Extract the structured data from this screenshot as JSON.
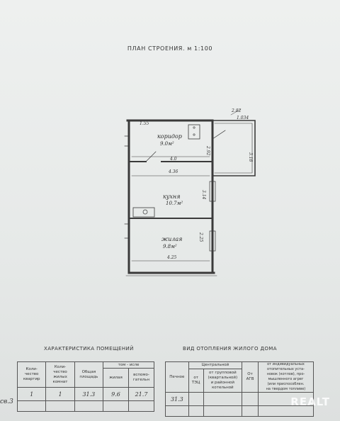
{
  "title": "ПЛАН СТРОЕНИЯ. м 1:100",
  "rooms": [
    {
      "name": "коридор",
      "area": "9.0м²"
    },
    {
      "name": "кухня",
      "area": "10.7м²"
    },
    {
      "name": "жилая",
      "area": "9.8м²"
    }
  ],
  "dimensions": {
    "d1": "1.55",
    "d2": "2.82",
    "d3": "1.034",
    "d4": "3.18",
    "d5": "2.92",
    "d6": "4.0",
    "d7": "4.36",
    "d8": "3.14",
    "d9": "2.25",
    "d10": "4.25"
  },
  "section_left": "ХАРАКТЕРИСТИКА ПОМЕЩЕНИЙ",
  "section_right": "ВИД ОТОПЛЕНИЯ ЖИЛОГО ДОМА",
  "table_left": {
    "top_header": "том - исле",
    "headers": [
      "Коли-\nчество\nквартир",
      "Коли-\nчество\nжилых\nкомнат",
      "Общая\nплощадь",
      "жилая",
      "вспомо-\nгательн"
    ],
    "values": [
      "1",
      "1",
      "31.3",
      "9.6",
      "21.7"
    ]
  },
  "row_marker": "св.3",
  "table_right": {
    "group_header": "Центральной",
    "headers": [
      "Печное",
      "от\nТЭЦ",
      "от групповой\n(квартальной)\nи районной\nкотельной",
      "От\nАГВ",
      "от индивидуальных\nотопительных уста-\nновок (котлов), про-\nмышленного агрег\n(или приспособлен.\nна твердом топливе)"
    ],
    "values": [
      "31.3",
      "",
      "",
      "",
      ""
    ]
  },
  "watermark": "REALT"
}
